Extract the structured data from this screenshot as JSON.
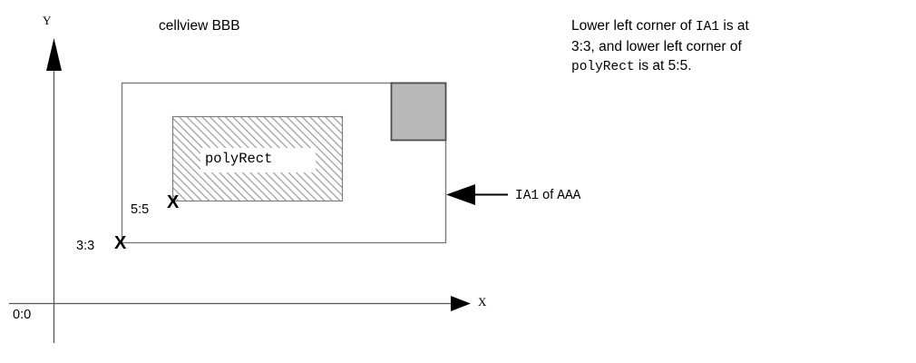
{
  "diagram": {
    "title": "cellview BBB",
    "axes": {
      "y_label": "Y",
      "x_label": "X",
      "origin_label": "0:0"
    },
    "shapes": {
      "ia1_rect": {
        "name": "IA1 of AAA",
        "corner_label": "3:3",
        "corner_marker": "X"
      },
      "poly_rect": {
        "name": "polyRect",
        "corner_label": "5:5",
        "corner_marker": "X",
        "fill": "diagonal-hatch"
      },
      "gray_square": {
        "fill_color": "#b9b9b9",
        "stroke_color": "#4d4d4d"
      }
    },
    "callout": {
      "target_prefix": "IA1",
      "middle": " of ",
      "target_suffix": "AAA"
    },
    "note": {
      "line1_a": "Lower left corner of ",
      "line1_b": "IA1",
      "line1_c": " is at",
      "line2": "3:3, and lower left corner of",
      "line3_a": "polyRect",
      "line3_b": " is at 5:5."
    },
    "colors": {
      "stroke": "#000000",
      "shape_stroke": "#808080",
      "gray_fill": "#b9b9b9"
    }
  }
}
